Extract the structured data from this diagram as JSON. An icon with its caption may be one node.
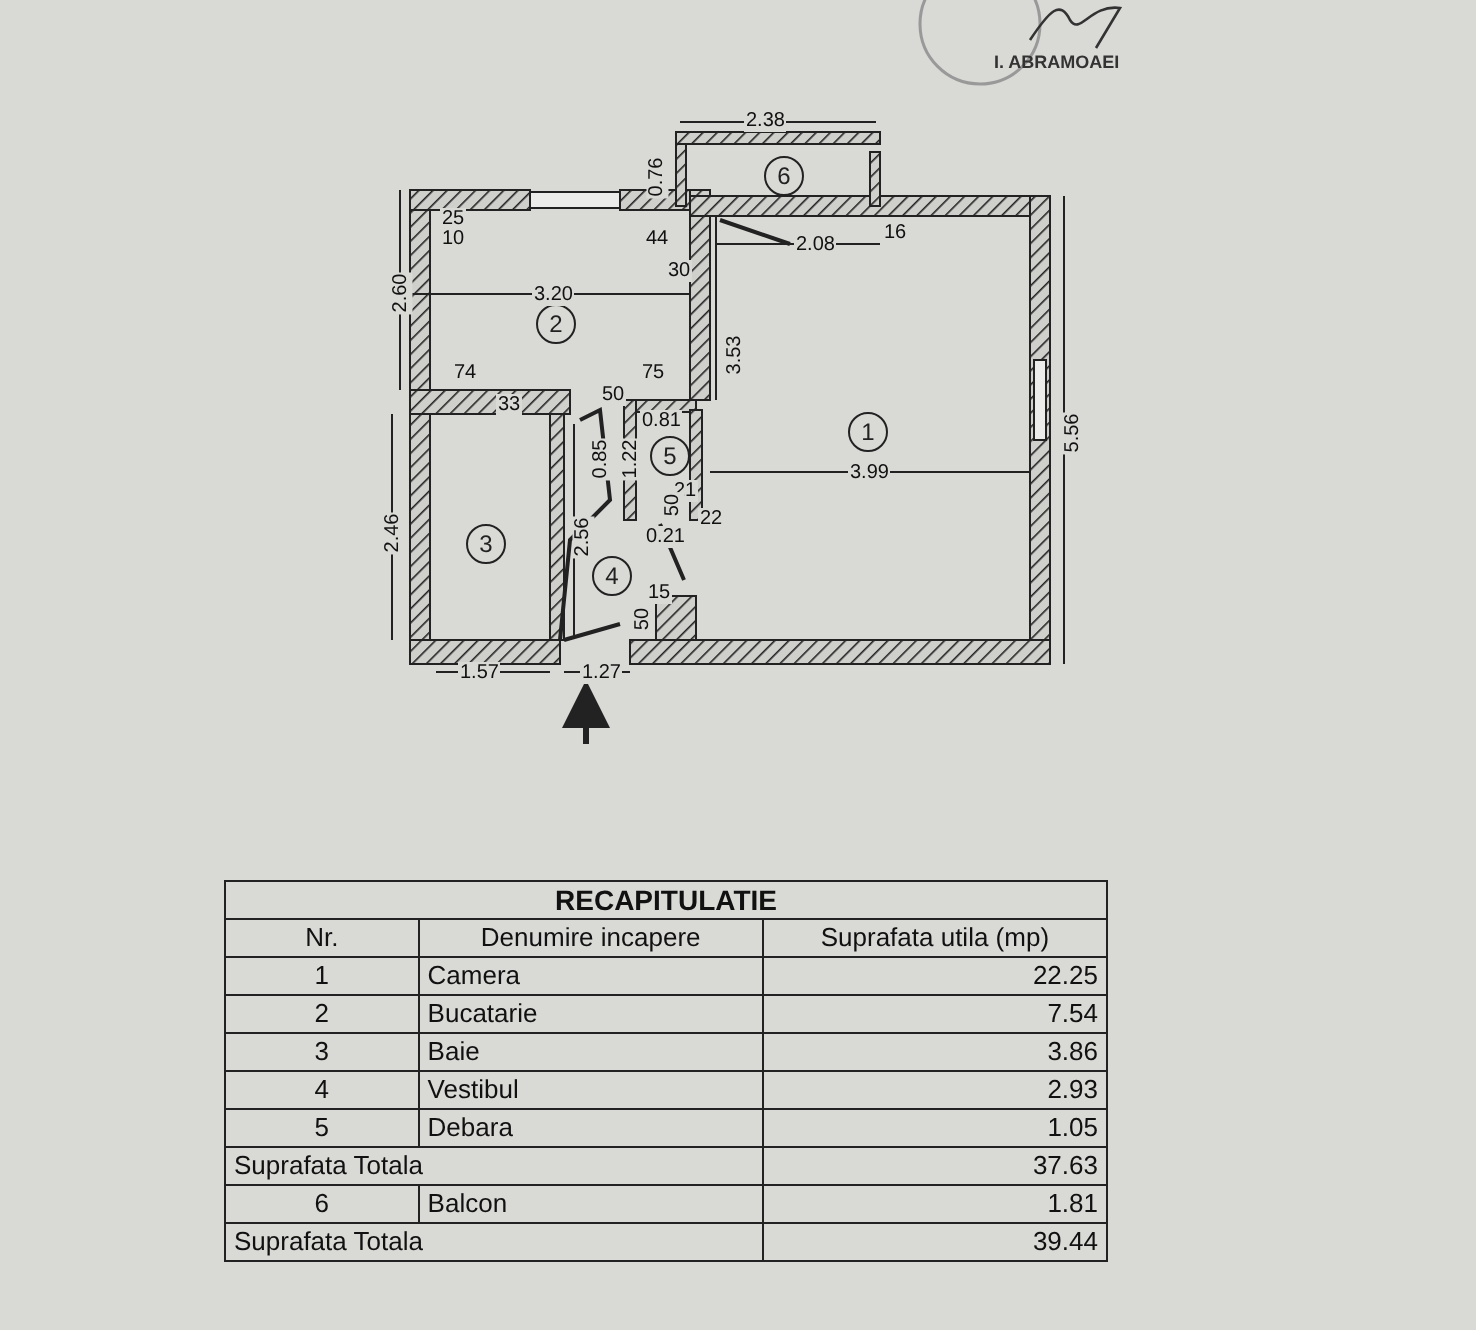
{
  "diagram": {
    "nodes": [
      {
        "text": [
          "6"
        ]
      },
      {
        "text": [
          "2"
        ]
      },
      {
        "text": [
          "5"
        ]
      },
      {
        "text": [
          "1"
        ]
      },
      {
        "text": [
          "3"
        ]
      },
      {
        "text": [
          "4"
        ]
      }
    ],
    "labels": [
      "I. ABRAMOAEI",
      "2.38",
      "0.76",
      "25",
      "10",
      "44",
      "2.08",
      "16",
      "30",
      "2.60",
      "3.20",
      "3.53",
      "74",
      "75",
      "50",
      "33",
      "0.81",
      "0.85",
      "1.22",
      "21",
      "50",
      "22",
      "0.21",
      "5.56",
      "3.99",
      "2.46",
      "2.56",
      "15",
      "50",
      "1.57",
      "1.27",
      "RECAPITULATIE",
      "Nr.",
      "Denumire incapere",
      "Suprafata utila (mp)",
      "1",
      "Camera",
      "22.25",
      "2",
      "Bucatarie",
      "7.54",
      "3",
      "Baie",
      "3.86",
      "4",
      "Vestibul",
      "2.93",
      "5",
      "Debara",
      "1.05",
      "Suprafata Totala",
      "37.63",
      "6",
      "Balcon",
      "1.81",
      "Suprafata Totala",
      "39.44"
    ]
  }
}
